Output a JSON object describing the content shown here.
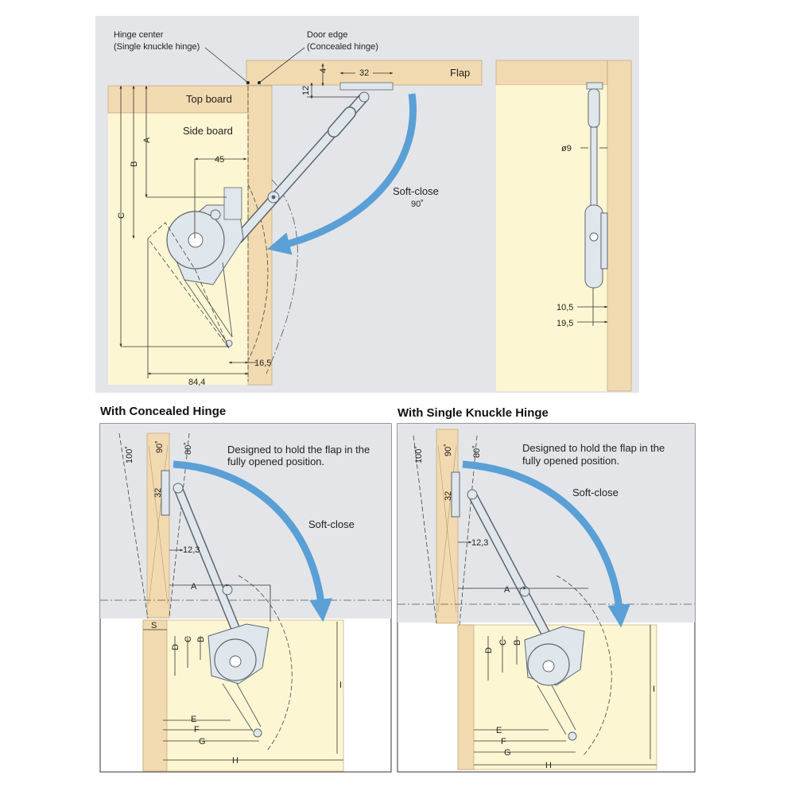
{
  "colors": {
    "panel_bg": "#e4e5e8",
    "cabinet": "#fdf6d2",
    "wood": "#f2dab0",
    "wood_edge": "#b89a6a",
    "metal": "#dfe6ec",
    "metal_edge": "#5d6670",
    "arrow": "#5aa0d6",
    "frame": "#555555"
  },
  "top": {
    "hinge_center": "Hinge center",
    "hinge_center_sub": "(Single knuckle hinge)",
    "door_edge": "Door edge",
    "door_edge_sub": "(Concealed hinge)",
    "flap": "Flap",
    "top_board": "Top board",
    "side_board": "Side board",
    "soft_close": "Soft-close",
    "angle": "90˚",
    "dims": {
      "d32": "32",
      "d4": "4",
      "d12": "12",
      "d45": "45",
      "a": "A",
      "b": "B",
      "c": "C",
      "d16_5": "16,5",
      "d84_4": "84,4",
      "dia9": "ø9",
      "d10_5": "10,5",
      "d19_5": "19,5"
    }
  },
  "left_panel": {
    "title": "With Concealed Hinge",
    "note_line1": "Designed to hold the flap in the",
    "note_line2": "fully opened position.",
    "soft_close": "Soft-close",
    "angle100": "100˚",
    "angle90": "90˚",
    "angle80": "80˚",
    "d32": "32",
    "d12_3": "12,3",
    "a": "A",
    "s": "S",
    "b": "B",
    "c": "C",
    "d": "D",
    "e": "E",
    "f": "F",
    "g": "G",
    "h": "H",
    "i": "I"
  },
  "right_panel": {
    "title": "With Single Knuckle Hinge",
    "note_line1": "Designed to hold the flap in the",
    "note_line2": "fully opened position.",
    "soft_close": "Soft-close",
    "angle100": "100˚",
    "angle90": "90˚",
    "angle80": "80˚",
    "d32": "32",
    "d12_3": "12,3",
    "a": "A",
    "b": "B",
    "c": "C",
    "d": "D",
    "e": "E",
    "f": "F",
    "g": "G",
    "h": "H",
    "i": "I"
  }
}
